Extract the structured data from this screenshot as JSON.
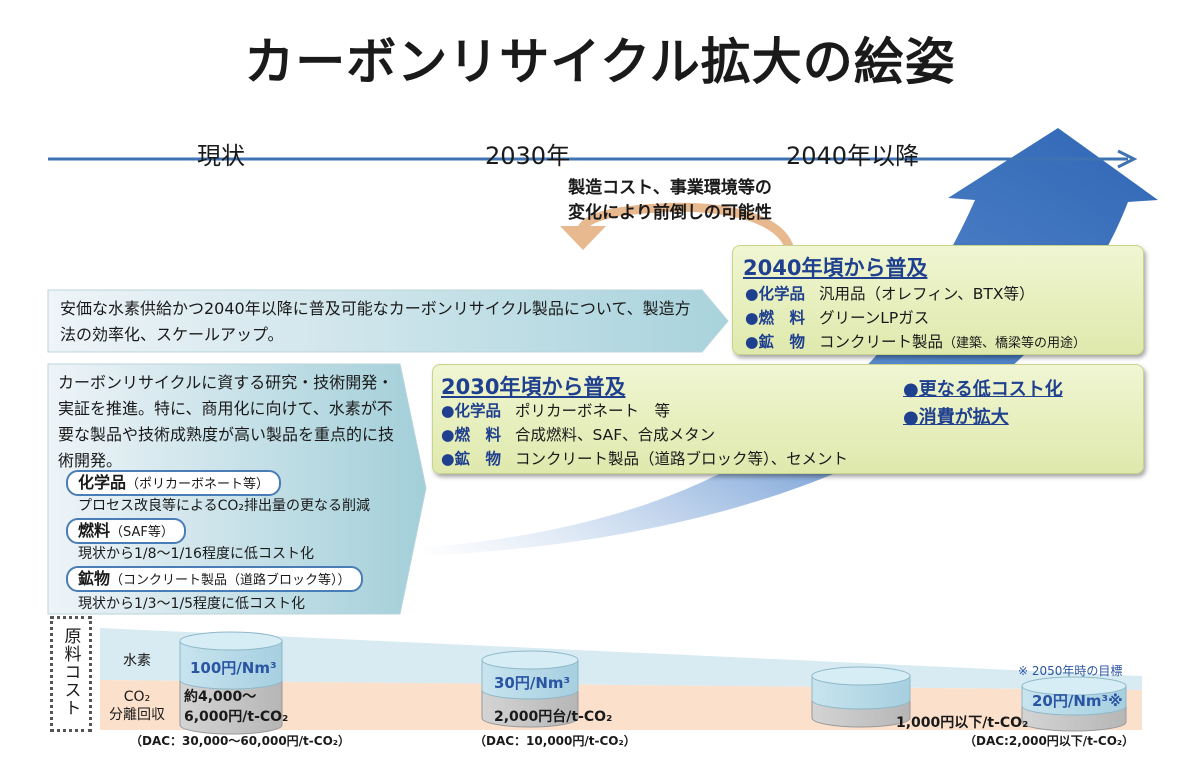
{
  "title": "カーボンリサイクル拡大の絵姿",
  "timeline": {
    "eras": [
      "現状",
      "2030年",
      "2040年以降"
    ]
  },
  "callout": {
    "line1": "製造コスト、事業環境等の",
    "line2": "変化により前倒しの可能性"
  },
  "banner_text": "安価な水素供給かつ2040年以降に普及可能なカーボンリサイクル製品について、製造方法の効率化、スケールアップ。",
  "left_box": {
    "intro": "カーボンリサイクルに資する研究・技術開発・実証を推進。特に、商用化に向けて、水素が不要な製品や技術成熟度が高い製品を重点的に技術開発。",
    "items": [
      {
        "name": "化学品",
        "detail": "（ポリカーボネート等）",
        "desc": "プロセス改良等によるCO₂排出量の更なる削減"
      },
      {
        "name": "燃料",
        "detail": "（SAF等）",
        "desc": "現状から1/8～1/16程度に低コスト化"
      },
      {
        "name": "鉱物",
        "detail": "（コンクリート製品（道路ブロック等））",
        "desc": "現状から1/3～1/5程度に低コスト化"
      }
    ]
  },
  "panel_2030": {
    "heading": "2030年頃から普及",
    "rows": [
      {
        "key": "●化学品",
        "value": "ポリカーボネート　等"
      },
      {
        "key": "●燃　料",
        "value": "合成燃料、SAF、合成メタン"
      },
      {
        "key": "●鉱　物",
        "value": "コンクリート製品（道路ブロック等）、セメント"
      }
    ],
    "right_items": [
      "●更なる低コスト化",
      "●消費が拡大"
    ]
  },
  "panel_2040": {
    "heading": "2040年頃から普及",
    "rows": [
      {
        "key": "●化学品",
        "value": "汎用品（オレフィン、BTX等）"
      },
      {
        "key": "●燃　料",
        "value": "グリーンLPガス"
      },
      {
        "key": "●鉱　物",
        "value": "コンクリート製品",
        "small": "（建築、橋梁等の用途）"
      }
    ]
  },
  "cost": {
    "side_label": "原料コスト",
    "hydrogen_label": "水素",
    "co2_label_1": "CO₂",
    "co2_label_2": "分離回収",
    "note": "※ 2050年時の目標",
    "cylinders": [
      {
        "h2": "100円/Nm³",
        "co2_1": "約4,000～",
        "co2_2": "6,000円/t-CO₂",
        "dac": "（DAC：30,000～60,000円/t-CO₂）"
      },
      {
        "h2": "30円/Nm³",
        "co2_1": "2,000円台/t-CO₂",
        "dac": "（DAC：10,000円/t-CO₂）"
      },
      {
        "h2": "",
        "co2_1": "1,000円以下/t-CO₂",
        "dac": ""
      },
      {
        "h2": "20円/Nm³※",
        "co2_1": "",
        "dac": "（DAC:2,000円以下/t-CO₂）"
      }
    ]
  }
}
